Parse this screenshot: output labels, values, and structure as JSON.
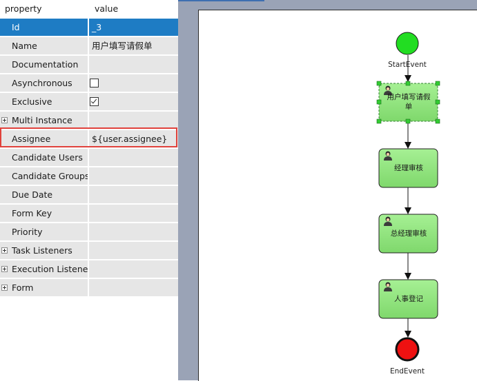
{
  "properties": {
    "header": {
      "property": "property",
      "value": "value"
    },
    "rows": [
      {
        "key": "Id",
        "value": "_3"
      },
      {
        "key": "Name",
        "value": "用户填写请假单"
      },
      {
        "key": "Documentation",
        "value": ""
      },
      {
        "key": "Asynchronous",
        "checked": false
      },
      {
        "key": "Exclusive",
        "checked": true
      },
      {
        "key": "Multi Instance",
        "value": ""
      },
      {
        "key": "Assignee",
        "value": "${user.assignee}"
      },
      {
        "key": "Candidate Users",
        "value": ""
      },
      {
        "key": "Candidate Groups",
        "value": ""
      },
      {
        "key": "Due Date",
        "value": ""
      },
      {
        "key": "Form Key",
        "value": ""
      },
      {
        "key": "Priority",
        "value": ""
      },
      {
        "key": "Task Listeners",
        "value": ""
      },
      {
        "key": "Execution Listeners",
        "value": ""
      },
      {
        "key": "Form",
        "value": ""
      }
    ]
  },
  "diagram": {
    "start_label": "StartEvent",
    "end_label": "EndEvent",
    "tasks": [
      {
        "label": "用户填写请假单"
      },
      {
        "label": "经理审核"
      },
      {
        "label": "总经理审核"
      },
      {
        "label": "人事登记"
      }
    ],
    "colors": {
      "start_fill": "#22dd22",
      "end_fill": "#ee1111",
      "task_fill": "#8fe57f",
      "selection_handle": "#33cc33",
      "highlight_border": "#e0413b",
      "selected_row": "#1e7cc4"
    }
  }
}
